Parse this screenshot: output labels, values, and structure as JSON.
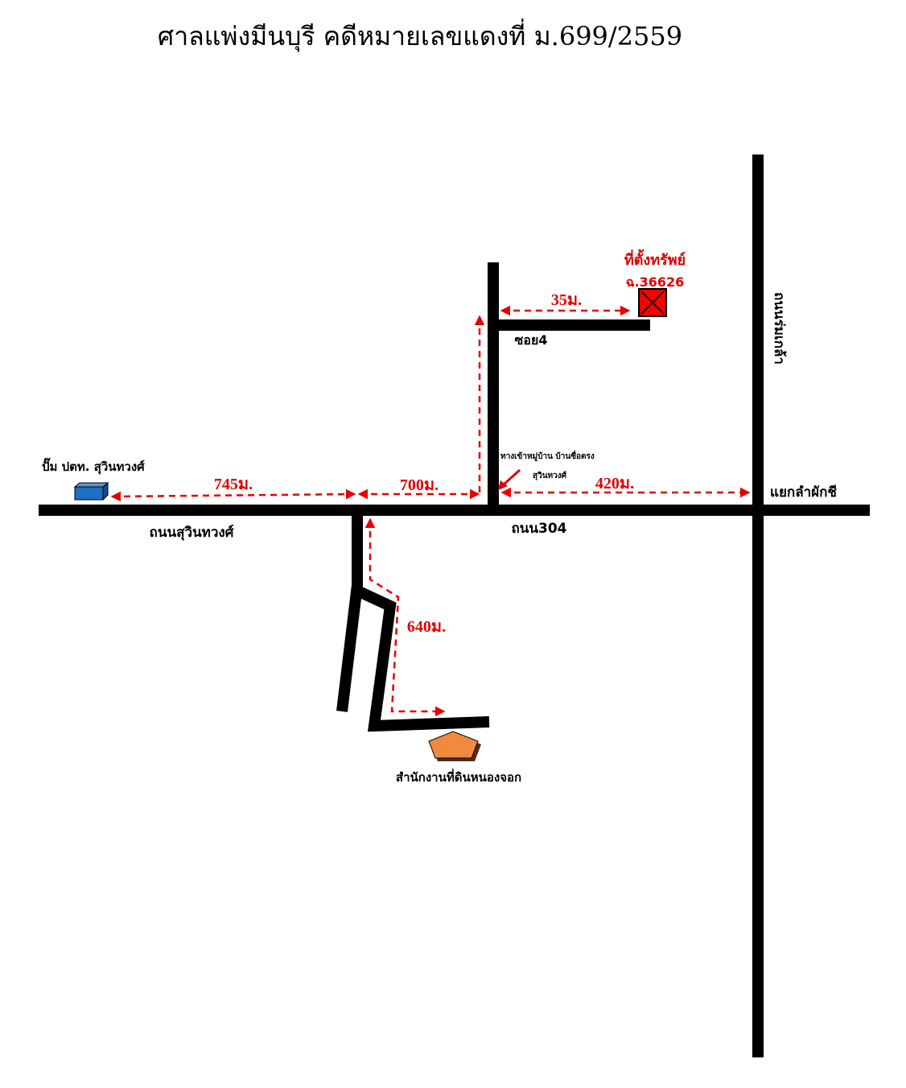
{
  "title": "ศาลแพ่งมีนบุรี คดีหมายเลขแดงที่ ม.699/2559",
  "colors": {
    "road": "#000000",
    "route": "#e60000",
    "property": "#ff0000",
    "gas_station": "#1f6fc2",
    "land_office": "#f08a3e"
  },
  "landmarks": {
    "property": {
      "label": "ที่ตั้งทรัพย์",
      "deed": "ฉ.36626",
      "icon": "property-marker-x"
    },
    "gas_station": {
      "label": "ปั๊ม ปตท. สุวินทวงศ์",
      "icon": "gas-station-box"
    },
    "land_office": {
      "label": "สำนักงานที่ดินหนองจอก",
      "icon": "pentagon-marker"
    },
    "village_entrance": {
      "line1": "ทางเข้าหมู่บ้าน บ้านซื่อตรง",
      "line2": "สุวินทวงศ์",
      "icon": "arrow-icon"
    }
  },
  "roads": {
    "main_west": "ถนนสุวินทวงศ์",
    "main_east": "ถนน304",
    "soi": "ซอย4",
    "vertical_east": "ถนนร่มเกล้า",
    "junction": "แยกลำผักชี"
  },
  "distances": {
    "gas_to_junction": "745ม.",
    "junction_to_village": "700ม.",
    "village_to_lamphakchi": "420ม.",
    "soi_to_property": "35ม.",
    "office_route": "640ม."
  }
}
